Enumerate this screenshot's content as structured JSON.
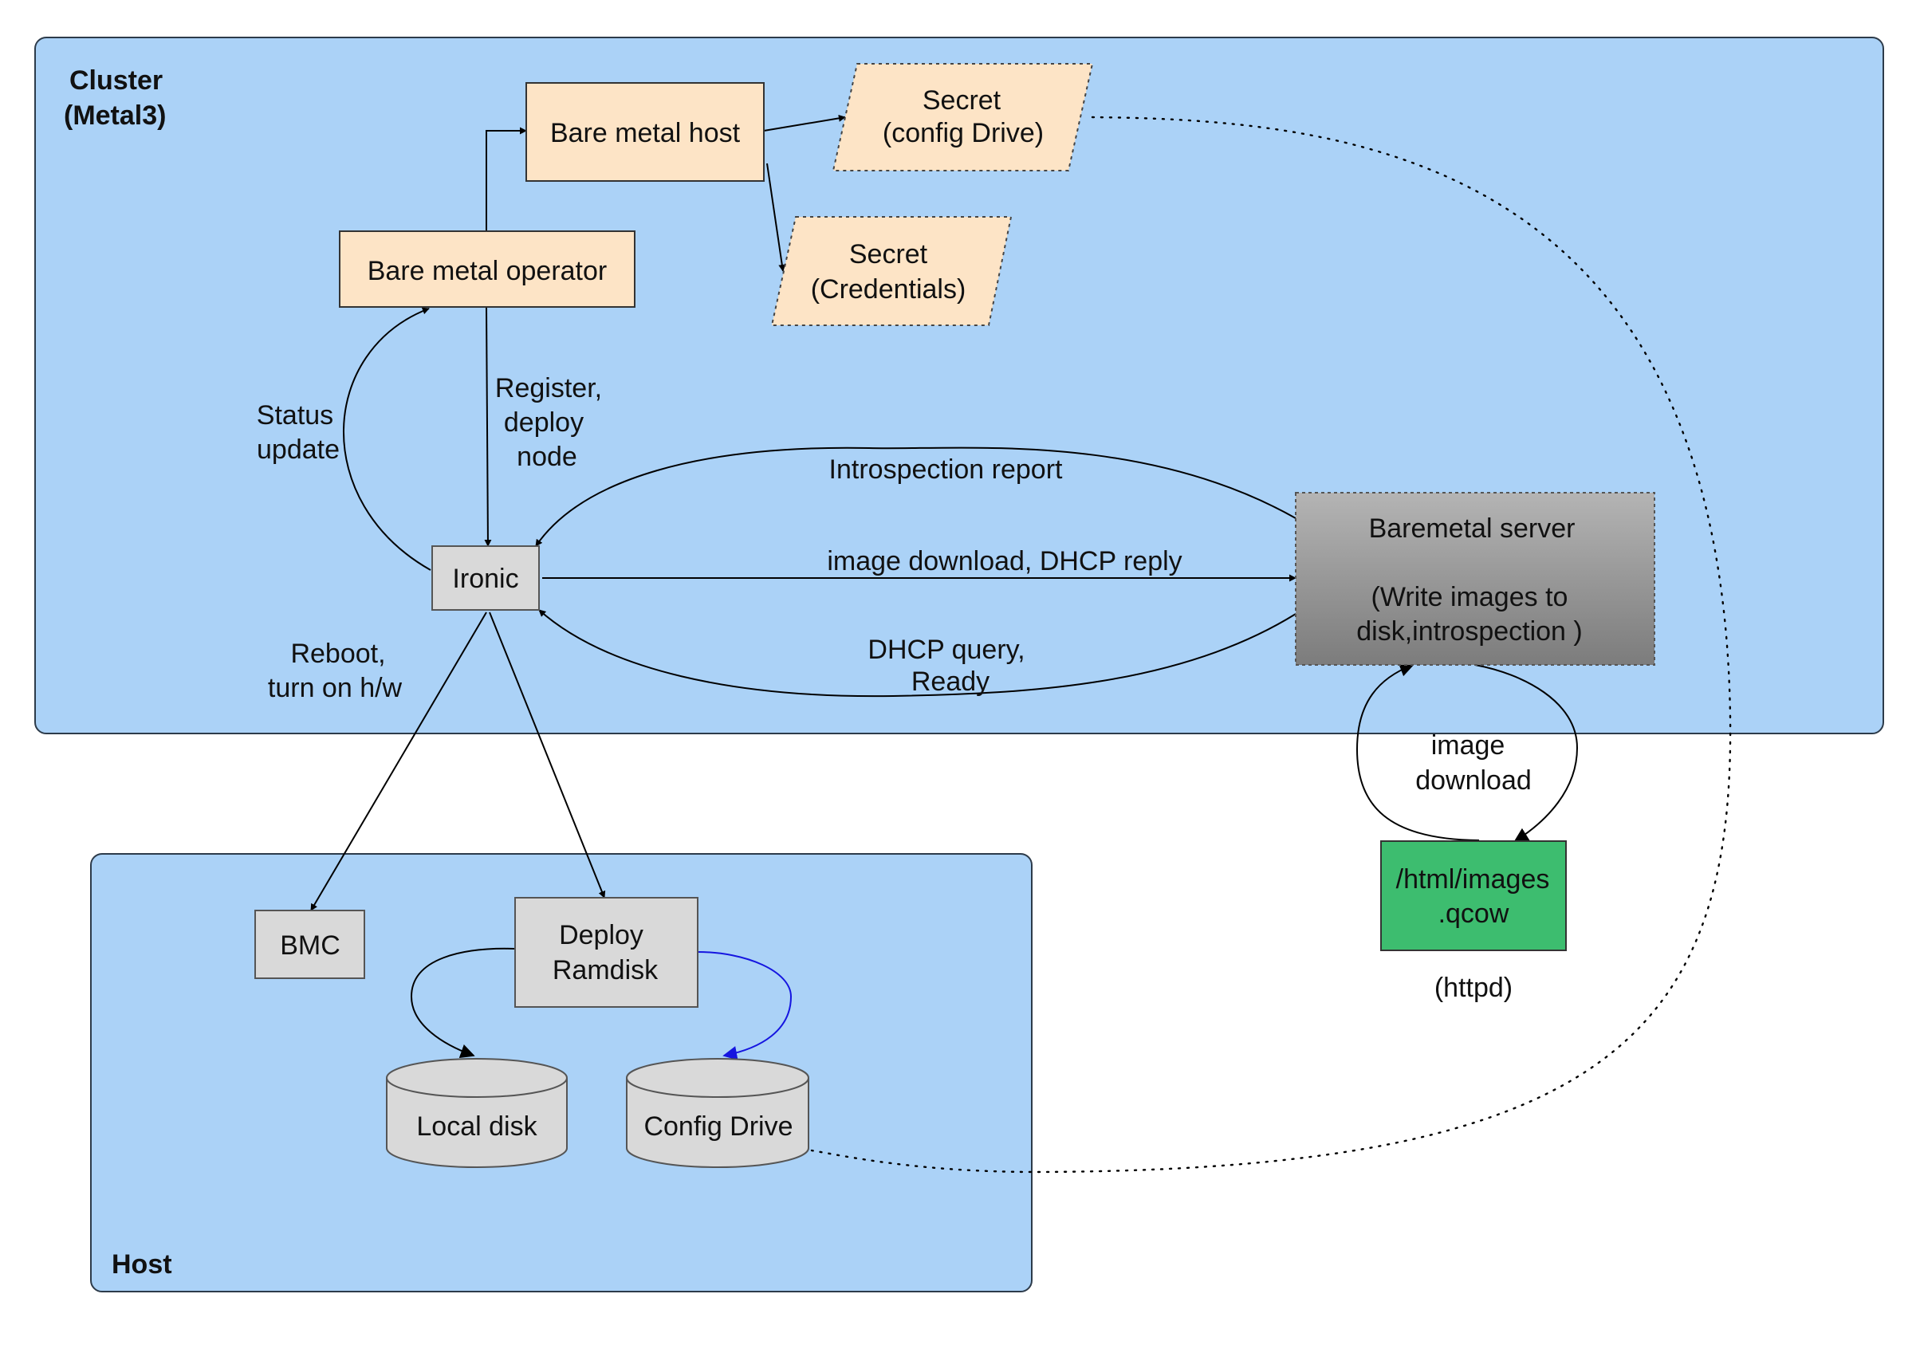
{
  "groups": {
    "cluster": {
      "label_line1": "Cluster",
      "label_line2": "(Metal3)",
      "fill": "#abd2f7"
    },
    "host": {
      "label": "Host",
      "fill": "#abd2f7"
    }
  },
  "nodes": {
    "bare_metal_host": "Bare metal host",
    "bare_metal_operator": "Bare metal operator",
    "secret_config_drive": {
      "line1": "Secret",
      "line2": "(config Drive)"
    },
    "secret_credentials": {
      "line1": "Secret",
      "line2": "(Credentials)"
    },
    "ironic": "Ironic",
    "baremetal_server": {
      "line1": "Baremetal server",
      "line2": "(Write images to",
      "line3": "disk,introspection )"
    },
    "images_qcow": {
      "line1": "/html/images",
      "line2": ".qcow"
    },
    "httpd": "(httpd)",
    "bmc": "BMC",
    "deploy_ramdisk": {
      "line1": "Deploy",
      "line2": "Ramdisk"
    },
    "local_disk": "Local disk",
    "config_drive": "Config Drive"
  },
  "edges": {
    "status_update": {
      "line1": "Status",
      "line2": "update"
    },
    "register_deploy": {
      "line1": "Register,",
      "line2": "deploy",
      "line3": "node"
    },
    "introspection_report": "Introspection report",
    "image_download_dhcp": "image download, DHCP reply",
    "dhcp_query": {
      "line1": "DHCP query,",
      "line2": "Ready"
    },
    "reboot": {
      "line1": "Reboot,",
      "line2": "turn on h/w"
    },
    "image_download": {
      "line1": "image",
      "line2": "download"
    }
  },
  "colors": {
    "secret_fill": "#fde4c6",
    "box_fill": "#d9d9d9",
    "qcow_fill": "#3dbd6f",
    "deploy_to_config_edge": "#1515e0"
  }
}
